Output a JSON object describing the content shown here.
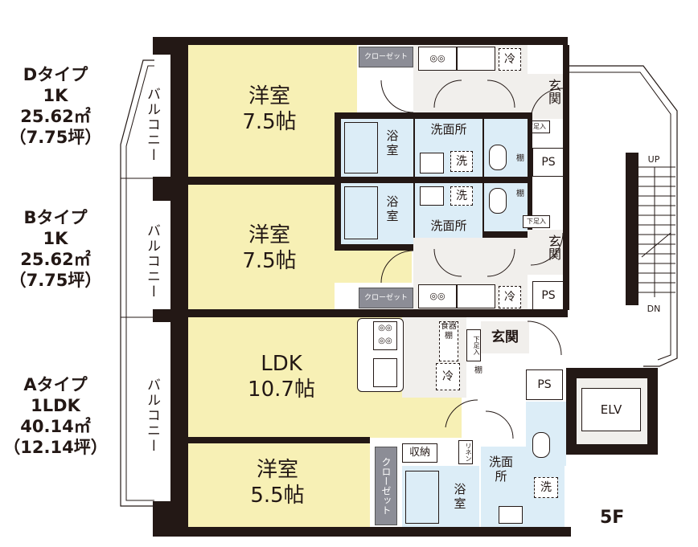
{
  "types": [
    {
      "name": "Dタイプ",
      "layout": "1K",
      "area_m2": "25.62㎡",
      "area_tsubo": "（7.75坪）"
    },
    {
      "name": "Bタイプ",
      "layout": "1K",
      "area_m2": "25.62㎡",
      "area_tsubo": "（7.75坪）"
    },
    {
      "name": "Aタイプ",
      "layout": "1LDK",
      "area_m2": "40.14㎡",
      "area_tsubo": "（12.14坪）"
    }
  ],
  "balcony": "バルコニー",
  "rooms": {
    "d_western": {
      "name": "洋室",
      "size": "7.5帖"
    },
    "b_western": {
      "name": "洋室",
      "size": "7.5帖"
    },
    "a_ldk": {
      "name": "LDK",
      "size": "10.7帖"
    },
    "a_western": {
      "name": "洋室",
      "size": "5.5帖"
    }
  },
  "labels": {
    "closet": "クローゼット",
    "bath": "浴室",
    "washroom": "洗面所",
    "wash": "洗",
    "fridge": "冷",
    "entrance": "玄関",
    "shoe": "下足入",
    "shelf": "棚",
    "ps": "PS",
    "tableware": "食器棚",
    "storage": "収納",
    "linen": "リネン",
    "elv": "ELV",
    "up": "UP",
    "dn": "DN"
  },
  "floor": "5F"
}
